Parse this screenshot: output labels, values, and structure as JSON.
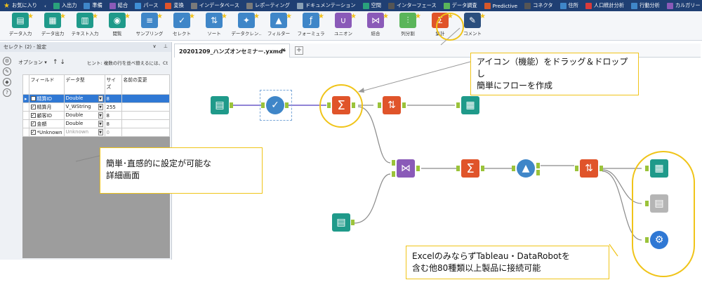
{
  "categories": [
    {
      "label": "お気に入り",
      "color": "#f2c21b"
    },
    {
      "label": "入出力",
      "color": "#2aa27b"
    },
    {
      "label": "準備",
      "color": "#3f86c8"
    },
    {
      "label": "結合",
      "color": "#8a5ab8"
    },
    {
      "label": "パース",
      "color": "#3f8fd6"
    },
    {
      "label": "変換",
      "color": "#e0542a"
    },
    {
      "label": "インデータベース",
      "color": "#7a7a7a"
    },
    {
      "label": "レポーティング",
      "color": "#7a7a7a"
    },
    {
      "label": "ドキュメンテーション",
      "color": "#8aa0b5"
    },
    {
      "label": "空間",
      "color": "#2aa27b"
    },
    {
      "label": "インターフェース",
      "color": "#555555"
    },
    {
      "label": "データ調査",
      "color": "#5ab55a"
    },
    {
      "label": "Predictive",
      "color": "#d6572a"
    },
    {
      "label": "コネクタ",
      "color": "#555555"
    },
    {
      "label": "住所",
      "color": "#3f86c8"
    },
    {
      "label": "人口統計分析",
      "color": "#d83b3b"
    },
    {
      "label": "行動分析",
      "color": "#3f86c8"
    },
    {
      "label": "カルガリー",
      "color": "#8a5ab8"
    }
  ],
  "tools": [
    {
      "label": "データ入力",
      "icon": "book-icon",
      "glyph": "▤",
      "color": "#1f9a8a"
    },
    {
      "label": "データ出力",
      "icon": "output-icon",
      "glyph": "▦",
      "color": "#1f9a8a"
    },
    {
      "label": "テキスト入力",
      "icon": "text-input-icon",
      "glyph": "▥",
      "color": "#1f9a8a"
    },
    {
      "label": "閲覧",
      "icon": "binoculars-icon",
      "glyph": "◉",
      "color": "#1f9a8a"
    },
    {
      "label": "サンプリング",
      "icon": "sample-icon",
      "glyph": "≡",
      "color": "#3f86c8"
    },
    {
      "label": "セレクト",
      "icon": "select-icon",
      "glyph": "✓",
      "color": "#3f86c8"
    },
    {
      "label": "ソート",
      "icon": "sort-icon",
      "glyph": "⇅",
      "color": "#3f86c8"
    },
    {
      "label": "データクレン..",
      "icon": "cleanse-icon",
      "glyph": "✦",
      "color": "#3f86c8"
    },
    {
      "label": "フィルター",
      "icon": "filter-icon",
      "glyph": "▲",
      "color": "#3f86c8"
    },
    {
      "label": "フォーミュラ",
      "icon": "formula-icon",
      "glyph": "ƒ",
      "color": "#3f86c8"
    },
    {
      "label": "ユニオン",
      "icon": "union-icon",
      "glyph": "∪",
      "color": "#8a5ab8"
    },
    {
      "label": "結合",
      "icon": "join-icon",
      "glyph": "⋈",
      "color": "#8a5ab8"
    },
    {
      "label": "列分割",
      "icon": "split-icon",
      "glyph": "⫶",
      "color": "#5ab55a"
    },
    {
      "label": "集計",
      "icon": "sigma-icon",
      "glyph": "Σ",
      "color": "#e0542a"
    },
    {
      "label": "コメント",
      "icon": "comment-icon",
      "glyph": "✎",
      "color": "#2b4e7d"
    }
  ],
  "panel": {
    "title": "セレクト (2) - 設定",
    "pin": "⊥",
    "collapse": "∨",
    "options": "オプション ▾",
    "arrows": "↑ ↓",
    "hint": "ヒント: 複数の行を並べ替えるには、Ct"
  },
  "grid": {
    "headers": [
      "フィールド",
      "データ型",
      "サイズ",
      "名前の変更"
    ],
    "rows": [
      {
        "field": "精算ID",
        "type": "Double",
        "size": "8",
        "selected": true,
        "checked": false,
        "dim": false
      },
      {
        "field": "精算月",
        "type": "V_WString",
        "size": "255",
        "selected": false,
        "checked": true,
        "dim": false
      },
      {
        "field": "顧客ID",
        "type": "Double",
        "size": "8",
        "selected": false,
        "checked": true,
        "dim": false
      },
      {
        "field": "金額",
        "type": "Double",
        "size": "8",
        "selected": false,
        "checked": true,
        "dim": false
      },
      {
        "field": "*Unknown",
        "type": "Unknown",
        "size": "0",
        "selected": false,
        "checked": true,
        "dim": true
      }
    ]
  },
  "canvas": {
    "tab_title": "20201209_ハンズオンセミナー.yxmd*",
    "tab_close": "✕",
    "tab_plus": "+"
  },
  "callouts": {
    "drag_drop": [
      "アイコン（機能）をドラッグ＆ドロップし",
      "簡単にフローを作成"
    ],
    "settings": [
      "簡単･直感的に設定が可能な",
      "詳細画面"
    ],
    "connectors": [
      "ExcelのみならずTableau・DataRobotを",
      "含む他80種類以上製品に接続可能"
    ]
  },
  "colors": {
    "category_bar": "#1f3f73",
    "accent_yellow": "#f0c419",
    "anchor_green": "#9bc33a",
    "wire": "#8a8a8a",
    "select_wire": "#6b5ac8"
  }
}
